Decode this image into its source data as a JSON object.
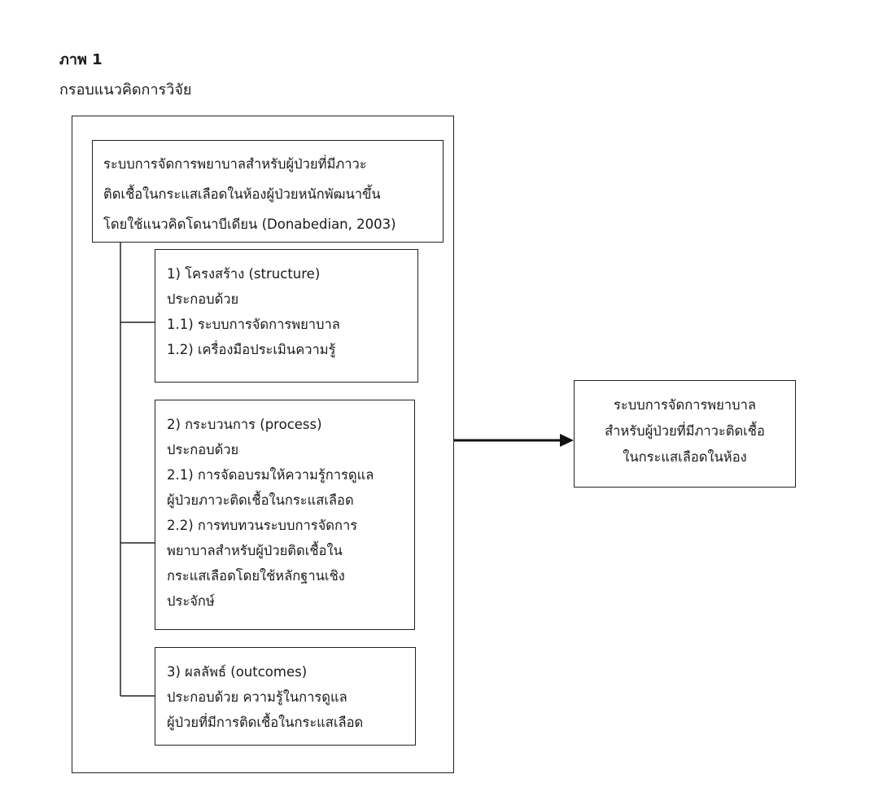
{
  "figure": {
    "label": "ภาพ 1",
    "title": "กรอบแนวคิดการวิจัย"
  },
  "main_box": {
    "lines": [
      "ระบบการจัดการพยาบาลสำหรับผู้ป่วยที่มีภาวะ",
      "ติดเชื้อในกระแสเลือดในห้องผู้ป่วยหนักพัฒนาขึ้น",
      "โดยใช้แนวคิดโดนาบีเดียน (Donabedian, 2003)"
    ]
  },
  "structure_box": {
    "lines": [
      "1) โครงสร้าง (structure)",
      "ประกอบด้วย",
      "1.1) ระบบการจัดการพยาบาล",
      "1.2) เครื่องมือประเมินความรู้"
    ]
  },
  "process_box": {
    "lines": [
      "2) กระบวนการ (process)",
      "ประกอบด้วย",
      "2.1) การจัดอบรมให้ความรู้การดูแล",
      "ผู้ป่วยภาวะติดเชื้อในกระแสเลือด",
      "2.2) การทบทวนระบบการจัดการ",
      "พยาบาลสำหรับผู้ป่วยติดเชื้อใน",
      "กระแสเลือดโดยใช้หลักฐานเชิง",
      "ประจักษ์"
    ]
  },
  "outcome_box": {
    "lines": [
      "3) ผลลัพธ์ (outcomes)",
      "ประกอบด้วย ความรู้ในการดูแล",
      "ผู้ป่วยที่มีการติดเชื้อในกระแสเลือด"
    ]
  },
  "result_box": {
    "lines": [
      "ระบบการจัดการพยาบาล",
      "สำหรับผู้ป่วยที่มีภาวะติดเชื้อ",
      "ในกระแสเลือดในห้อง"
    ]
  }
}
